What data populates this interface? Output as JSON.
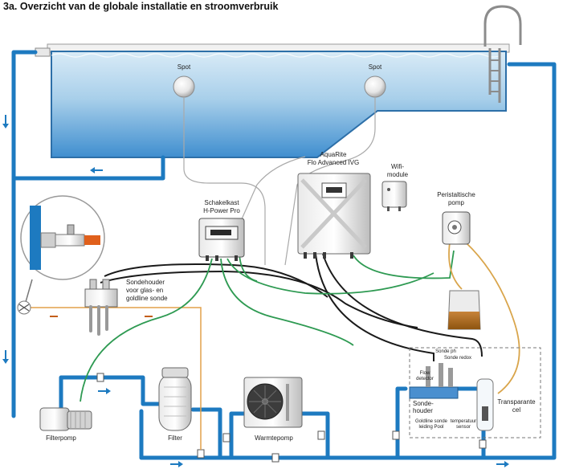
{
  "title": "3a. Overzicht van de globale installatie en stroomverbruik",
  "labels": {
    "spot_left": "Spot",
    "spot_right": "Spot",
    "aquarite_line1": "AquaRite",
    "aquarite_line2": "Flo Advanced IVG",
    "wifi_line1": "Wifi-",
    "wifi_line2": "module",
    "schakelkast_line1": "Schakelkast",
    "schakelkast_line2": "H-Power Pro",
    "peristaltic_line1": "Peristaltische",
    "peristaltic_line2": "pomp",
    "sondehouder_glas_line1": "Sondehouder",
    "sondehouder_glas_line2": "voor glas- en",
    "sondehouder_glas_line3": "goldline sonde",
    "filterpomp": "Filterpomp",
    "filter": "Filter",
    "warmtepomp": "Warmtepomp",
    "flow_detector_line1": "Flow",
    "flow_detector_line2": "detector",
    "sondehouder_line1": "Sonde-",
    "sondehouder_line2": "houder",
    "transparante_line1": "Transparante",
    "transparante_line2": "cel",
    "goldline_line1": "Goldline sonde",
    "goldline_line2": "leiding Pool",
    "temp_line1": "temperatuur",
    "temp_line2": "sensor",
    "sonde_top1": "Sonde ph",
    "sonde_top2": "Sonde redox"
  },
  "colors": {
    "pipe": "#1d7ac0",
    "water_top": "#cfe4f3",
    "water_bottom": "#3e90d0",
    "green_cable": "#2e9a52",
    "black_cable": "#1a1a1a",
    "grey_cable": "#a9a9a9",
    "orange_cable": "#e2a04a",
    "acid": "#b9731f",
    "copper": "#e0601c"
  },
  "icons": [
    "flow-arrow-icon",
    "pipe-clamp-icon",
    "valve-icon",
    "magnifier-icon"
  ]
}
